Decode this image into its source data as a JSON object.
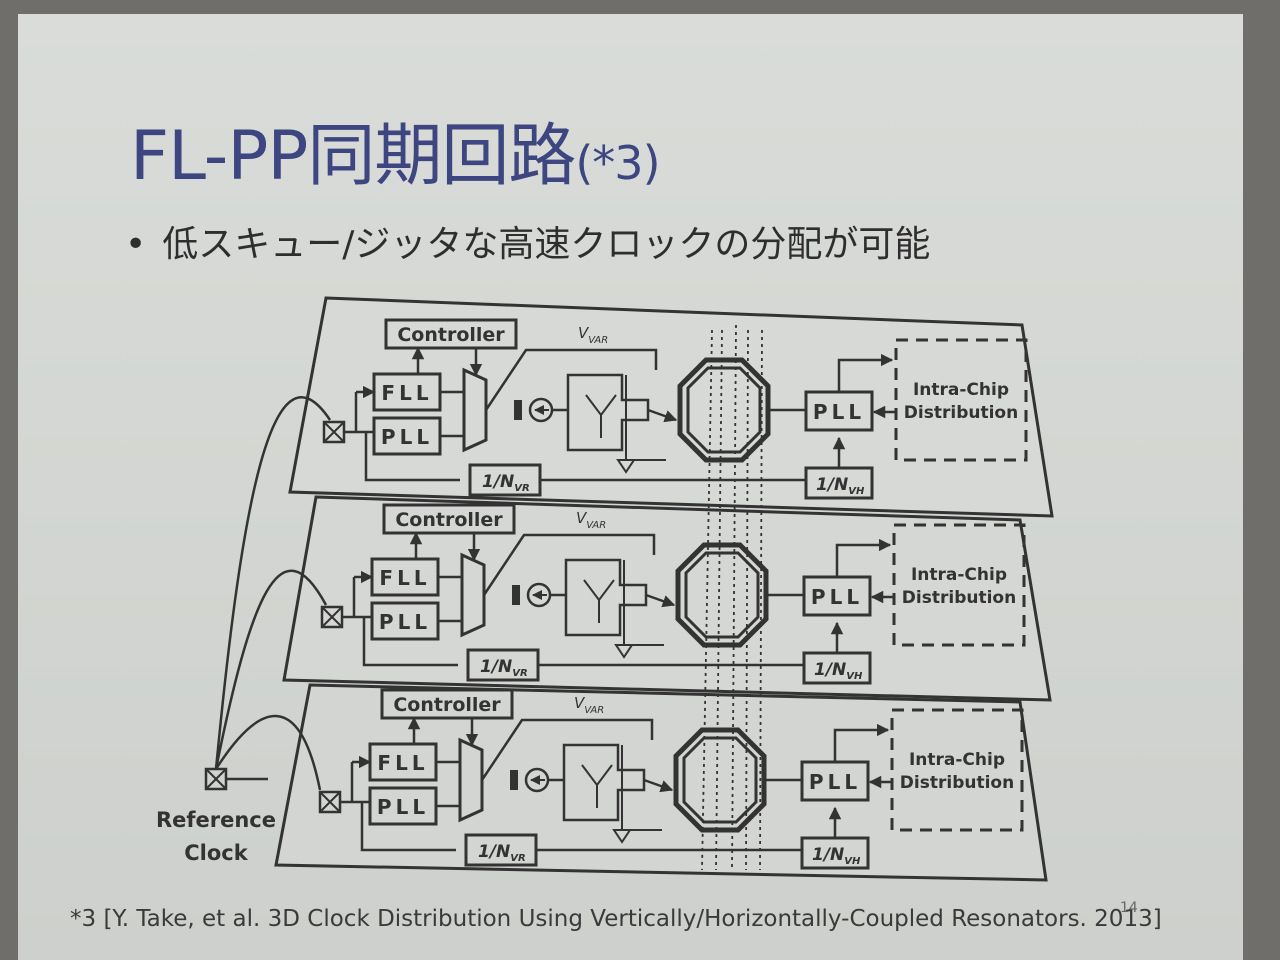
{
  "slide": {
    "title_main": "FL-PP同期回路",
    "title_ref": "(*3)",
    "bullet": "低スキュー/ジッタな高速クロックの分配が可能",
    "footnote": "*3 [Y. Take, et al. 3D Clock Distribution Using Vertically/Horizontally-Coupled Resonators. 2013]",
    "page_number": "14"
  },
  "diagram": {
    "controller_label": "Controller",
    "fll_label": "FLL",
    "pll_label": "PLL",
    "vvar_label": "V",
    "vvar_sub": "VAR",
    "div_vr_label": "1/N",
    "div_vr_sub": "VR",
    "div_vh_label": "1/N",
    "div_vh_sub": "VH",
    "intra_chip_line1": "Intra-Chip",
    "intra_chip_line2": "Distribution",
    "reference_line1": "Reference",
    "reference_line2": "Clock"
  }
}
